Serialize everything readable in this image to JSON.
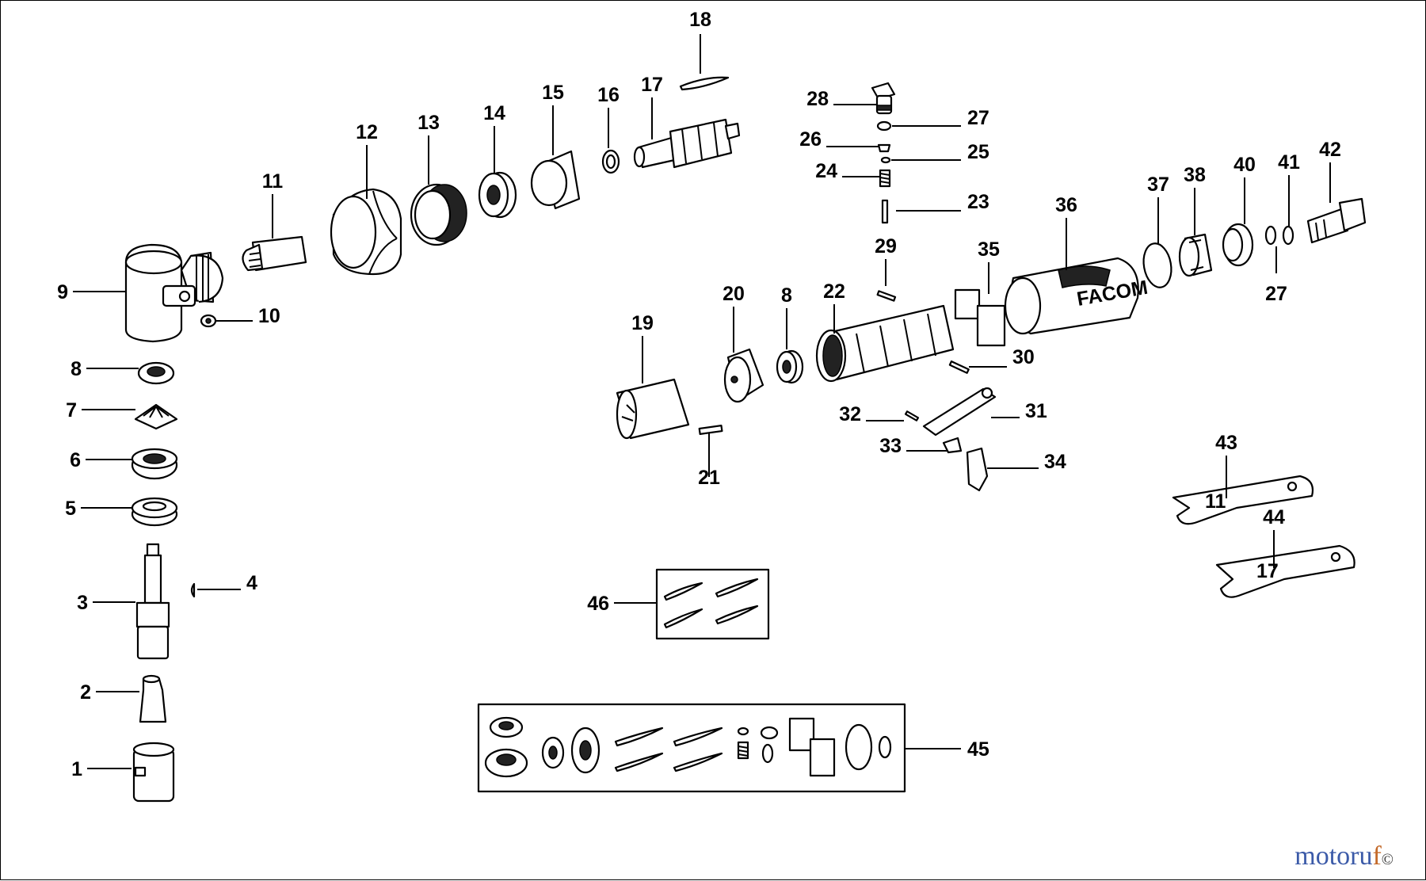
{
  "diagram": {
    "callouts": [
      "1",
      "2",
      "3",
      "4",
      "5",
      "6",
      "7",
      "8",
      "9",
      "10",
      "11",
      "12",
      "13",
      "14",
      "15",
      "16",
      "17",
      "18",
      "19",
      "20",
      "8",
      "21",
      "22",
      "23",
      "24",
      "25",
      "26",
      "27",
      "28",
      "29",
      "30",
      "31",
      "32",
      "33",
      "34",
      "35",
      "36",
      "37",
      "38",
      "40",
      "41",
      "42",
      "27",
      "43",
      "44",
      "45",
      "46"
    ],
    "brand_on_housing": "FACOM",
    "wrench_size_43": "11",
    "wrench_size_44": "17"
  },
  "watermark": {
    "part1": "motoru",
    "part2": "f",
    "suffix": "©"
  }
}
